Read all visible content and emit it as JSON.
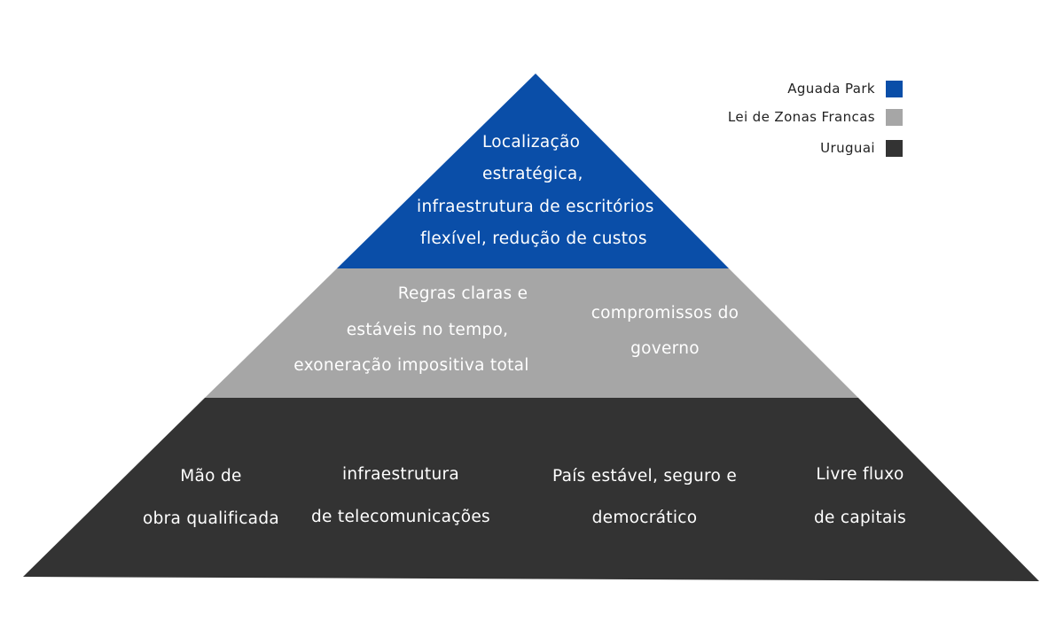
{
  "legend": [
    {
      "label": "Aguada Park",
      "color": "#0a4ea8"
    },
    {
      "label": "Lei de Zonas Francas",
      "color": "#a6a6a6"
    },
    {
      "label": "Uruguai",
      "color": "#333333"
    }
  ],
  "tiers": {
    "top": {
      "color": "#0a4ea8",
      "lines": [
        "Localização",
        "estratégica,",
        "infraestrutura de escritórios",
        "flexível, redução de custos"
      ]
    },
    "middle": {
      "color": "#a6a6a6",
      "items": [
        {
          "lines": [
            "Regras claras e",
            "estáveis no tempo,",
            "exoneração impositiva total"
          ]
        },
        {
          "lines": [
            "compromissos do",
            "governo"
          ]
        }
      ]
    },
    "bottom": {
      "color": "#333333",
      "items": [
        {
          "lines": [
            "Mão de",
            "obra qualificada"
          ]
        },
        {
          "lines": [
            "infraestrutura",
            "de telecomunicações"
          ]
        },
        {
          "lines": [
            "País estável, seguro e",
            "democrático"
          ]
        },
        {
          "lines": [
            "Livre fluxo",
            "de capitais"
          ]
        }
      ]
    }
  }
}
